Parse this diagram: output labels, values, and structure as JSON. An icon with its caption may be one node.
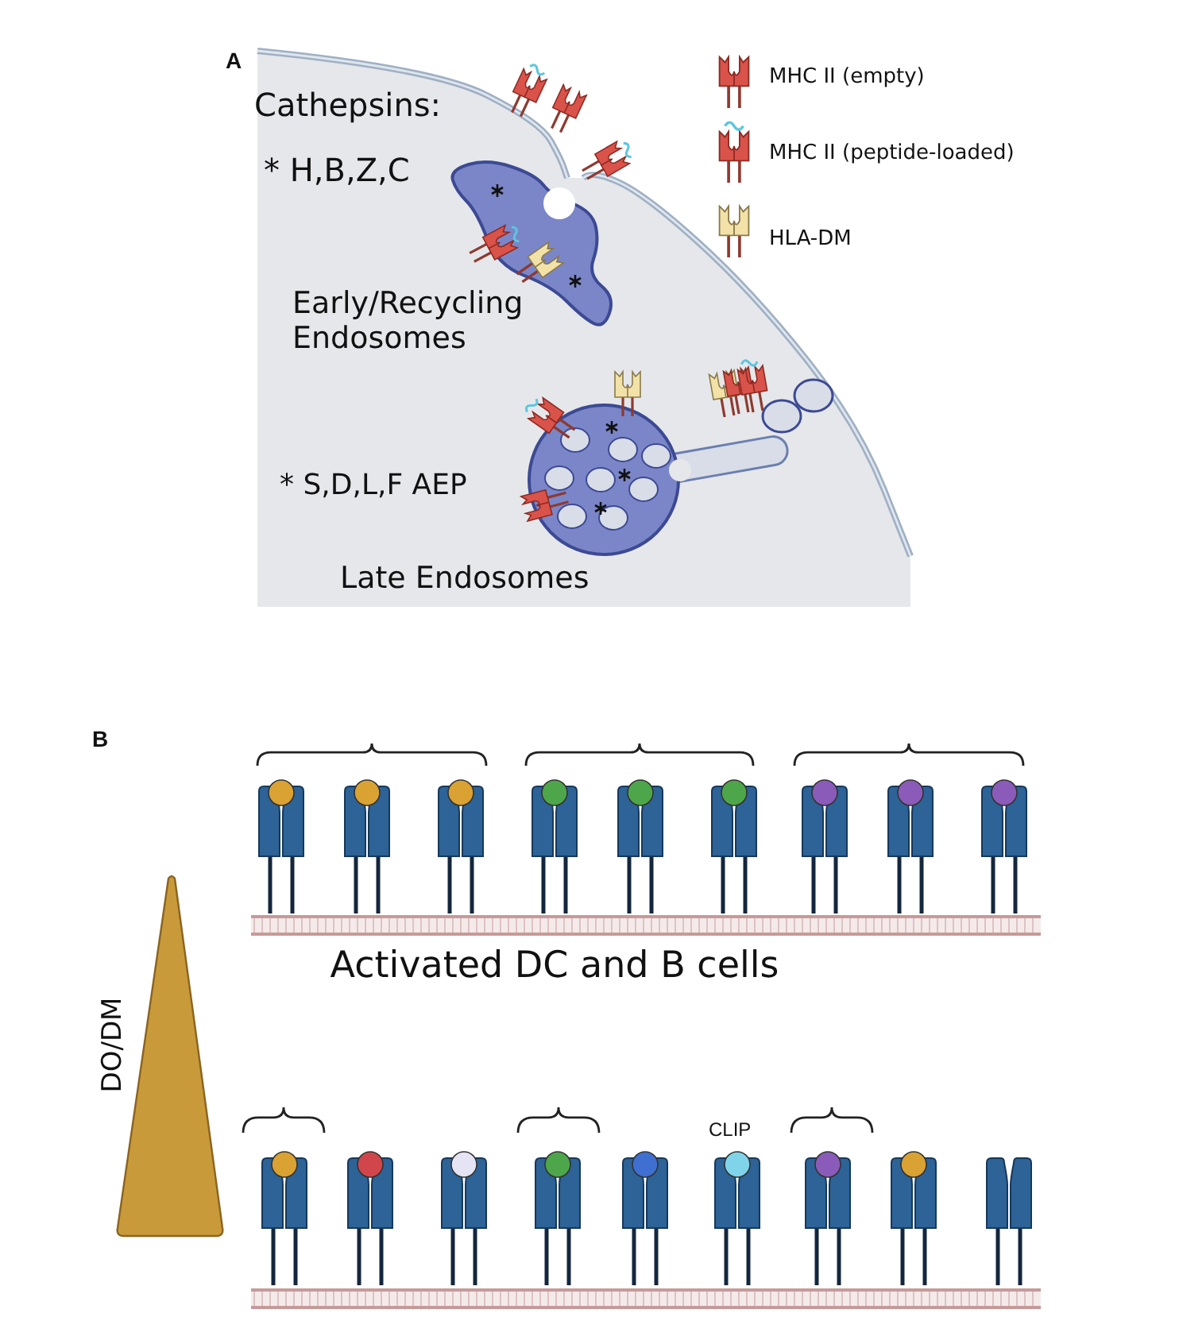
{
  "diagram": {
    "nodes": [
      {
        "text": [],
        "shape": "triangle",
        "beside": [
          "DO/DM"
        ]
      }
    ],
    "labels": [
      "A",
      "Cathepsins:",
      "* H,B,Z,C",
      "Early/Recycling Endosomes",
      "* S,D,L,F AEP",
      "Late Endosomes",
      "B",
      "Activated DC and B cells",
      "CLIP"
    ],
    "legend": [
      {
        "text": "MHC II (empty)"
      },
      {
        "text": "MHC II (peptide-loaded)"
      },
      {
        "text": "HLA-DM"
      }
    ]
  }
}
